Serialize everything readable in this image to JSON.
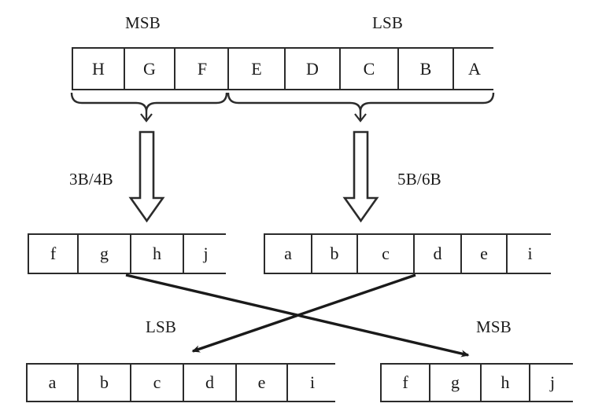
{
  "diagram": {
    "title_labels": {
      "top_left": "MSB",
      "top_right": "LSB",
      "bottom_left": "LSB",
      "bottom_right": "MSB"
    },
    "encoder_labels": {
      "left": "3B/4B",
      "right": "5B/6B"
    },
    "input_byte": {
      "msb_group": [
        "H",
        "G",
        "F"
      ],
      "lsb_group": [
        "E",
        "D",
        "C",
        "B",
        "A"
      ]
    },
    "encoded": {
      "left_group": [
        "f",
        "g",
        "h",
        "j"
      ],
      "right_group": [
        "a",
        "b",
        "c",
        "d",
        "e",
        "i"
      ]
    },
    "output": {
      "left_group": [
        "a",
        "b",
        "c",
        "d",
        "e",
        "i"
      ],
      "right_group": [
        "f",
        "g",
        "h",
        "j"
      ]
    },
    "colors": {
      "stroke": "#2b2b2b",
      "text": "#1a1a1a",
      "background": "#ffffff"
    }
  }
}
